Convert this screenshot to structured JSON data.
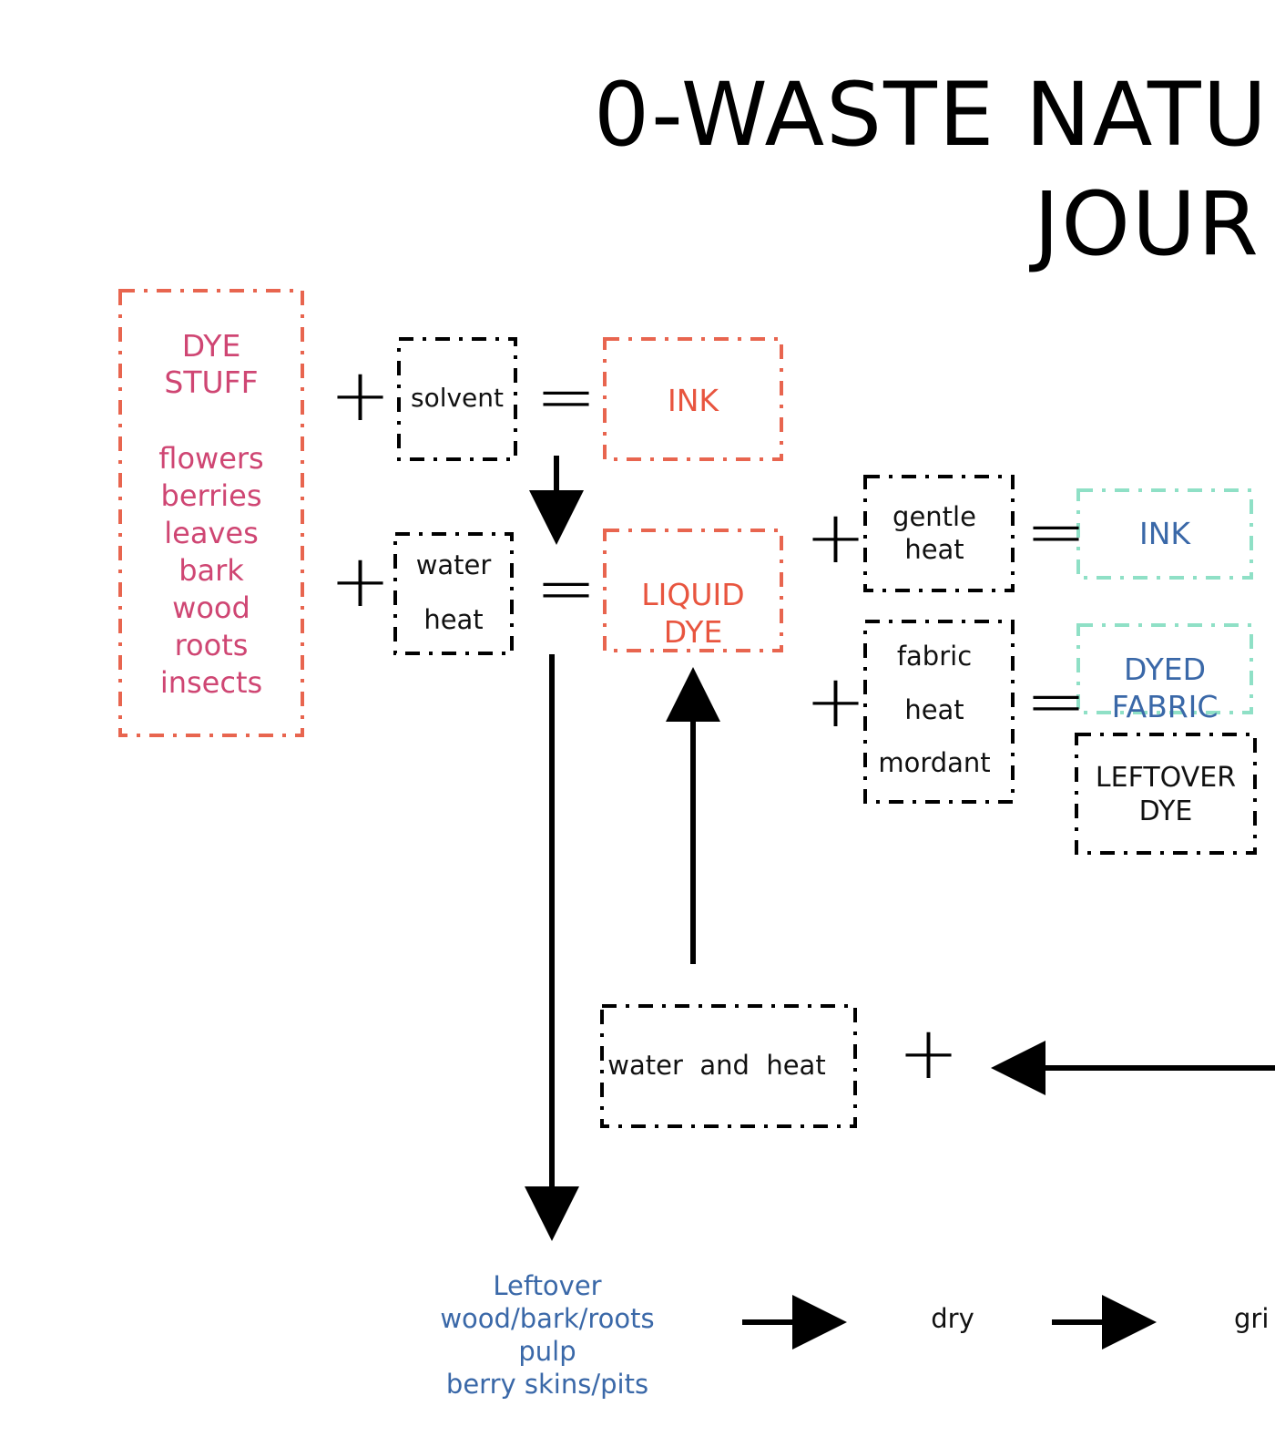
{
  "title": {
    "line1": "0-WASTE NATU",
    "line2": "JOUR"
  },
  "dye_stuff": {
    "heading": "DYE\nSTUFF",
    "items": [
      "flowers",
      "berries",
      "leaves",
      "bark",
      "wood",
      "roots",
      "insects"
    ]
  },
  "solvent": "solvent",
  "ink_top": "INK",
  "water_heat": {
    "line1": "water",
    "line2": "heat"
  },
  "liquid_dye": "LIQUID\nDYE",
  "gentle_heat": "gentle\nheat",
  "ink_right": "INK",
  "fabric_heat_mordant": {
    "line1": "fabric",
    "line2": "heat",
    "line3": "mordant"
  },
  "dyed_fabric": "DYED\nFABRIC",
  "leftover_dye": "LEFTOVER\nDYE",
  "water_and_heat": "water  and  heat",
  "leftover_materials": "Leftover\nwood/bark/roots\npulp\nberry skins/pits",
  "dry": "dry",
  "grind": "gri",
  "operators": {
    "plus": "+",
    "equals": "="
  },
  "colors": {
    "coral_border": "#e8654f",
    "pink_text": "#cf4673",
    "coral_text": "#e8553f",
    "blue_text": "#3a68a8",
    "mint_border": "#8fe0c6"
  }
}
